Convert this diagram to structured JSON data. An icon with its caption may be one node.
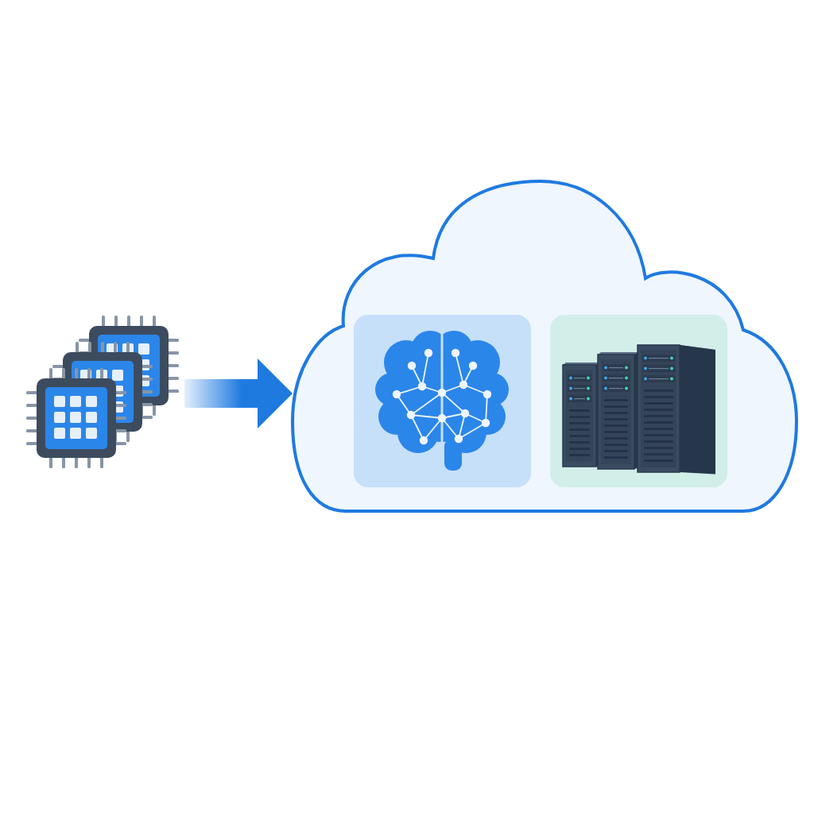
{
  "diagram": {
    "nodes": [
      {
        "text": [],
        "shape": "picture"
      },
      {
        "text": [],
        "shape": "cloud"
      },
      {
        "text": [],
        "shape": "picture",
        "in": 1
      },
      {
        "text": [],
        "shape": "picture",
        "in": 1
      }
    ],
    "edges": [
      {
        "from": 0,
        "to": 1,
        "arrow": "to",
        "style": "thick"
      }
    ]
  }
}
